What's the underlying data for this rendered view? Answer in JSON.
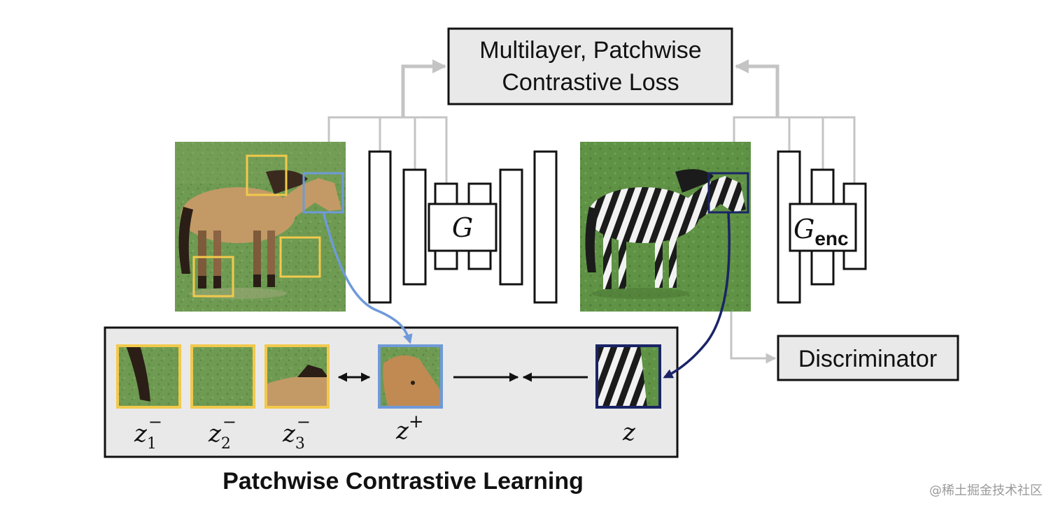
{
  "loss_box": {
    "line1": "Multilayer, Patchwise",
    "line2": "Contrastive Loss"
  },
  "generator": {
    "symbol": "G"
  },
  "encoder": {
    "symbol": "G",
    "subscript": "enc"
  },
  "discriminator": {
    "label": "Discriminator"
  },
  "patch_panel": {
    "title": "Patchwise Contrastive Learning",
    "negatives": [
      {
        "base": "z",
        "sub": "1",
        "sup": "−"
      },
      {
        "base": "z",
        "sub": "2",
        "sup": "−"
      },
      {
        "base": "z",
        "sub": "3",
        "sup": "−"
      }
    ],
    "positive": {
      "base": "z",
      "sup": "+"
    },
    "query": {
      "base": "z"
    }
  },
  "images": {
    "input": "horse photo",
    "output": "zebra photo"
  },
  "colors": {
    "negative_patch": "#f2c94c",
    "positive_patch": "#6f9ad9",
    "query_patch": "#1a2466",
    "gray_lines": "#c4c4c4",
    "panel_bg": "#e9e9e9"
  },
  "watermark": "@稀土掘金技术社区"
}
